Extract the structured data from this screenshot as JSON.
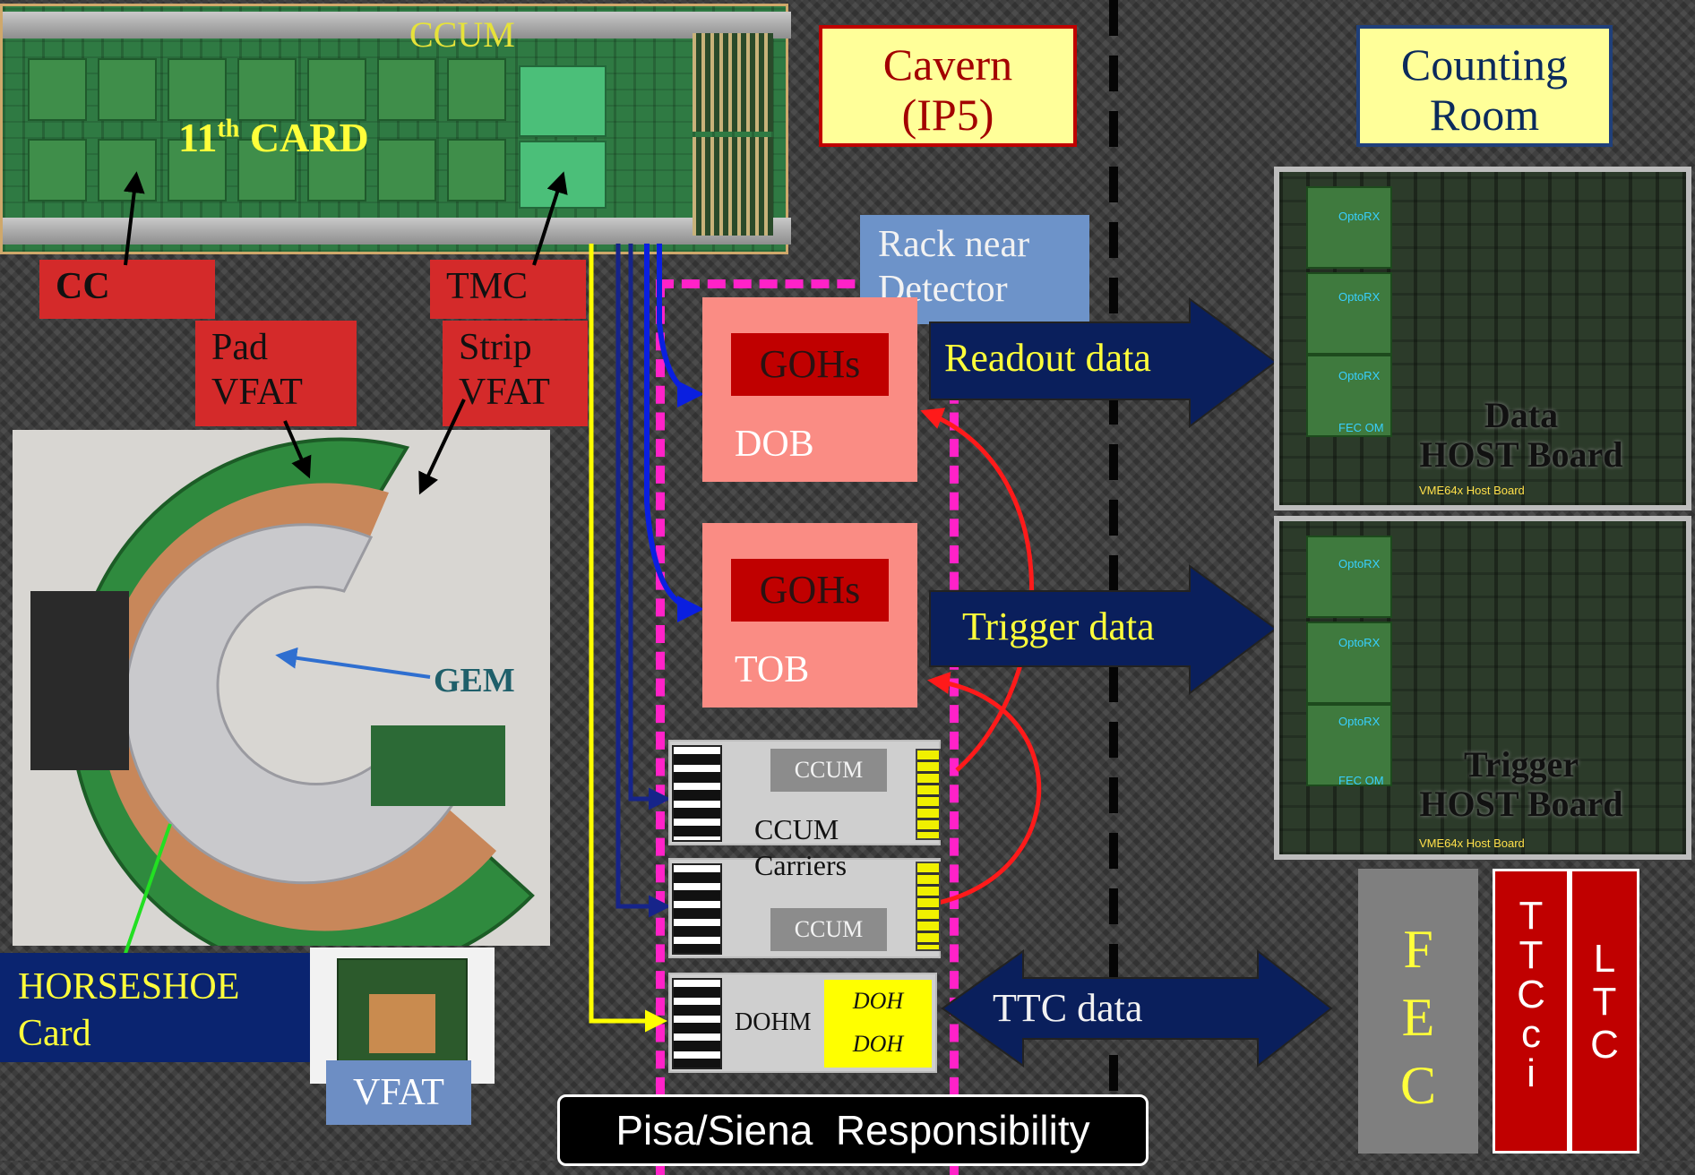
{
  "top_card": {
    "ccum": "CCUM",
    "card_number": "11",
    "card_suffix": "th",
    "card_word": "CARD"
  },
  "labels": {
    "cc": "CC",
    "tmc": "TMC",
    "pad_vfat_line1": "Pad",
    "pad_vfat_line2": "VFAT",
    "strip_vfat_line1": "Strip",
    "strip_vfat_line2": "VFAT",
    "gem": "GEM",
    "horseshoe_line1": "HORSESHOE",
    "horseshoe_line2": "Card",
    "vfat": "VFAT"
  },
  "regions": {
    "cavern_line1": "Cavern",
    "cavern_line2": "(IP5)",
    "counting_line1": "Counting",
    "counting_line2": "Room",
    "rack_line1": "Rack near",
    "rack_line2": "Detector",
    "responsibility": "Pisa/Siena  Responsibility"
  },
  "boards": {
    "dob": {
      "goh": "GOHs",
      "name": "DOB"
    },
    "tob": {
      "goh": "GOHs",
      "name": "TOB"
    },
    "ccum_top": "CCUM",
    "ccum_bottom": "CCUM",
    "carriers_line1": "CCUM",
    "carriers_line2": "Carriers",
    "dohm": "DOHM",
    "doh1": "DOH",
    "doh2": "DOH"
  },
  "arrows": {
    "readout": "Readout data",
    "trigger": "Trigger data",
    "ttc": "TTC data"
  },
  "hosts": {
    "data_line1": "Data",
    "data_line2": "HOST Board",
    "trigger_line1": "Trigger",
    "trigger_line2": "HOST Board",
    "pcb_text": "VME64x Host Board",
    "optorx": "OptoRX",
    "fecom": "FEC OM"
  },
  "crate": {
    "fec": [
      "F",
      "E",
      "C"
    ],
    "ttcci": [
      "T",
      "T",
      "C",
      "c",
      "i"
    ],
    "ltc": [
      "L",
      "T",
      "C"
    ]
  },
  "colors": {
    "red_label": "#d42a2a",
    "pink_board": "#fa8c84",
    "dark_red": "#c00000",
    "yellow_box": "#ffff99",
    "navy_arrow": "#0a1f5c",
    "magenta_dash": "#ff22c8",
    "yellow_line": "#ffff00"
  }
}
